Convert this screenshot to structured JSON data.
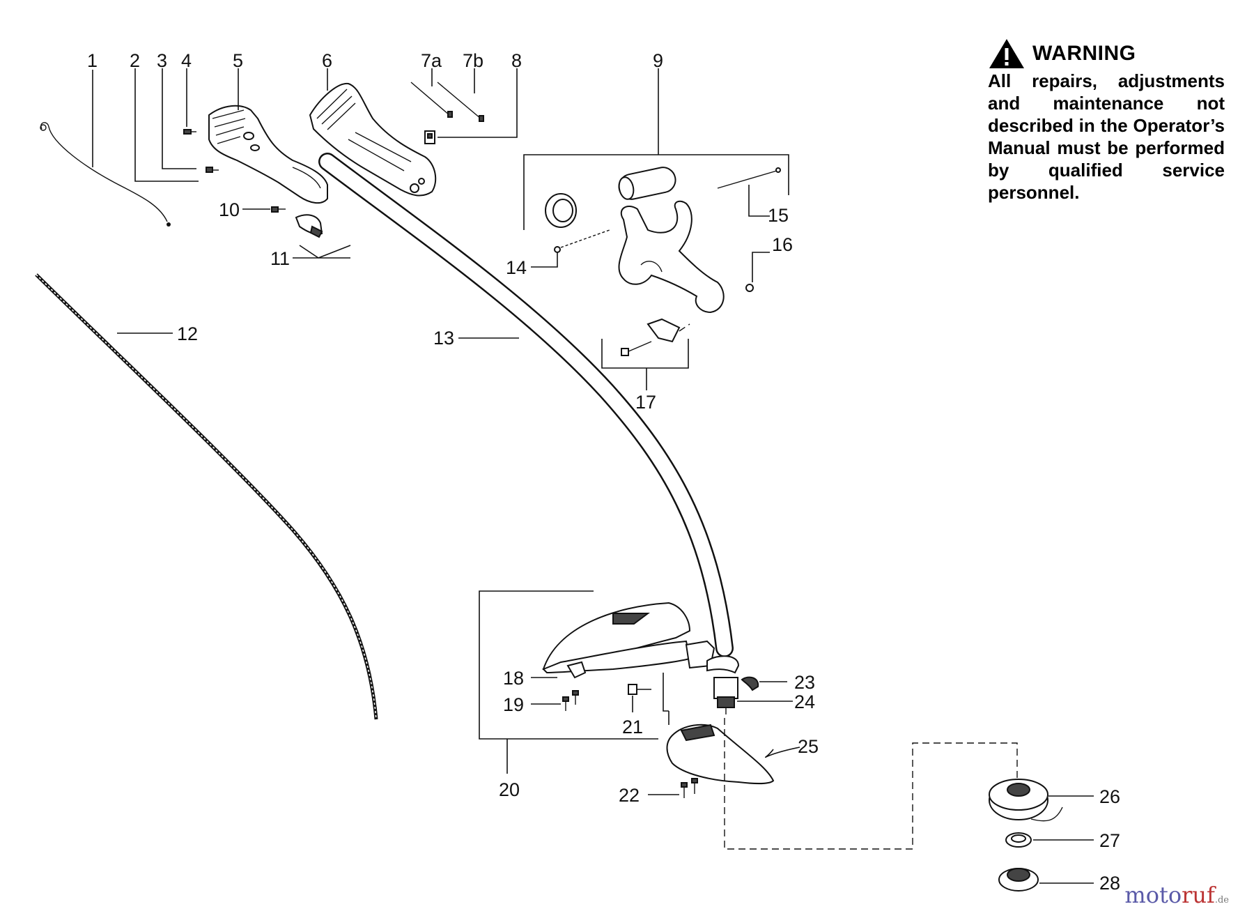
{
  "warning": {
    "title": "WARNING",
    "body": "All repairs, adjustments and maintenance not described in the Operator’s Manual must be performed by qualified service personnel."
  },
  "callouts": {
    "c1": "1",
    "c2": "2",
    "c3": "3",
    "c4": "4",
    "c5": "5",
    "c6": "6",
    "c7a": "7a",
    "c7b": "7b",
    "c8": "8",
    "c9": "9",
    "c10": "10",
    "c11": "11",
    "c12": "12",
    "c13": "13",
    "c14": "14",
    "c15": "15",
    "c16": "16",
    "c17": "17",
    "c18": "18",
    "c19": "19",
    "c20": "20",
    "c21": "21",
    "c22": "22",
    "c23": "23",
    "c24": "24",
    "c25": "25",
    "c26": "26",
    "c27": "27",
    "c28": "28"
  },
  "watermark": {
    "brand_a": "moto",
    "brand_b": "ruf",
    "brand_c": ".de"
  },
  "icons": {
    "warning": "warning-triangle-icon"
  },
  "colors": {
    "ink": "#111111",
    "brand_blue": "#5a5aa8",
    "brand_red": "#bb3333"
  }
}
